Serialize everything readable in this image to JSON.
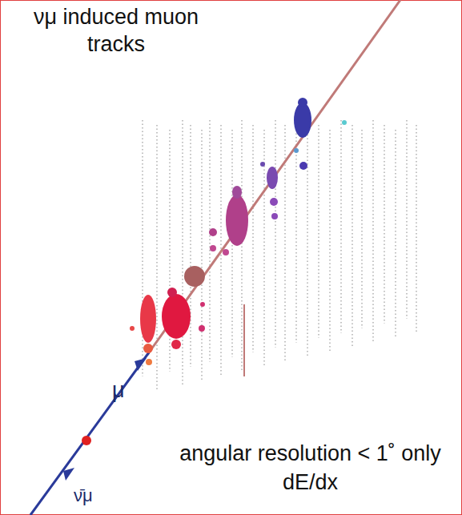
{
  "diagram": {
    "title": "νμ induced muon tracks",
    "labels": [
      "μ",
      "ν̄μ",
      "angular resolution < 1˚ only dE/dx"
    ]
  }
}
